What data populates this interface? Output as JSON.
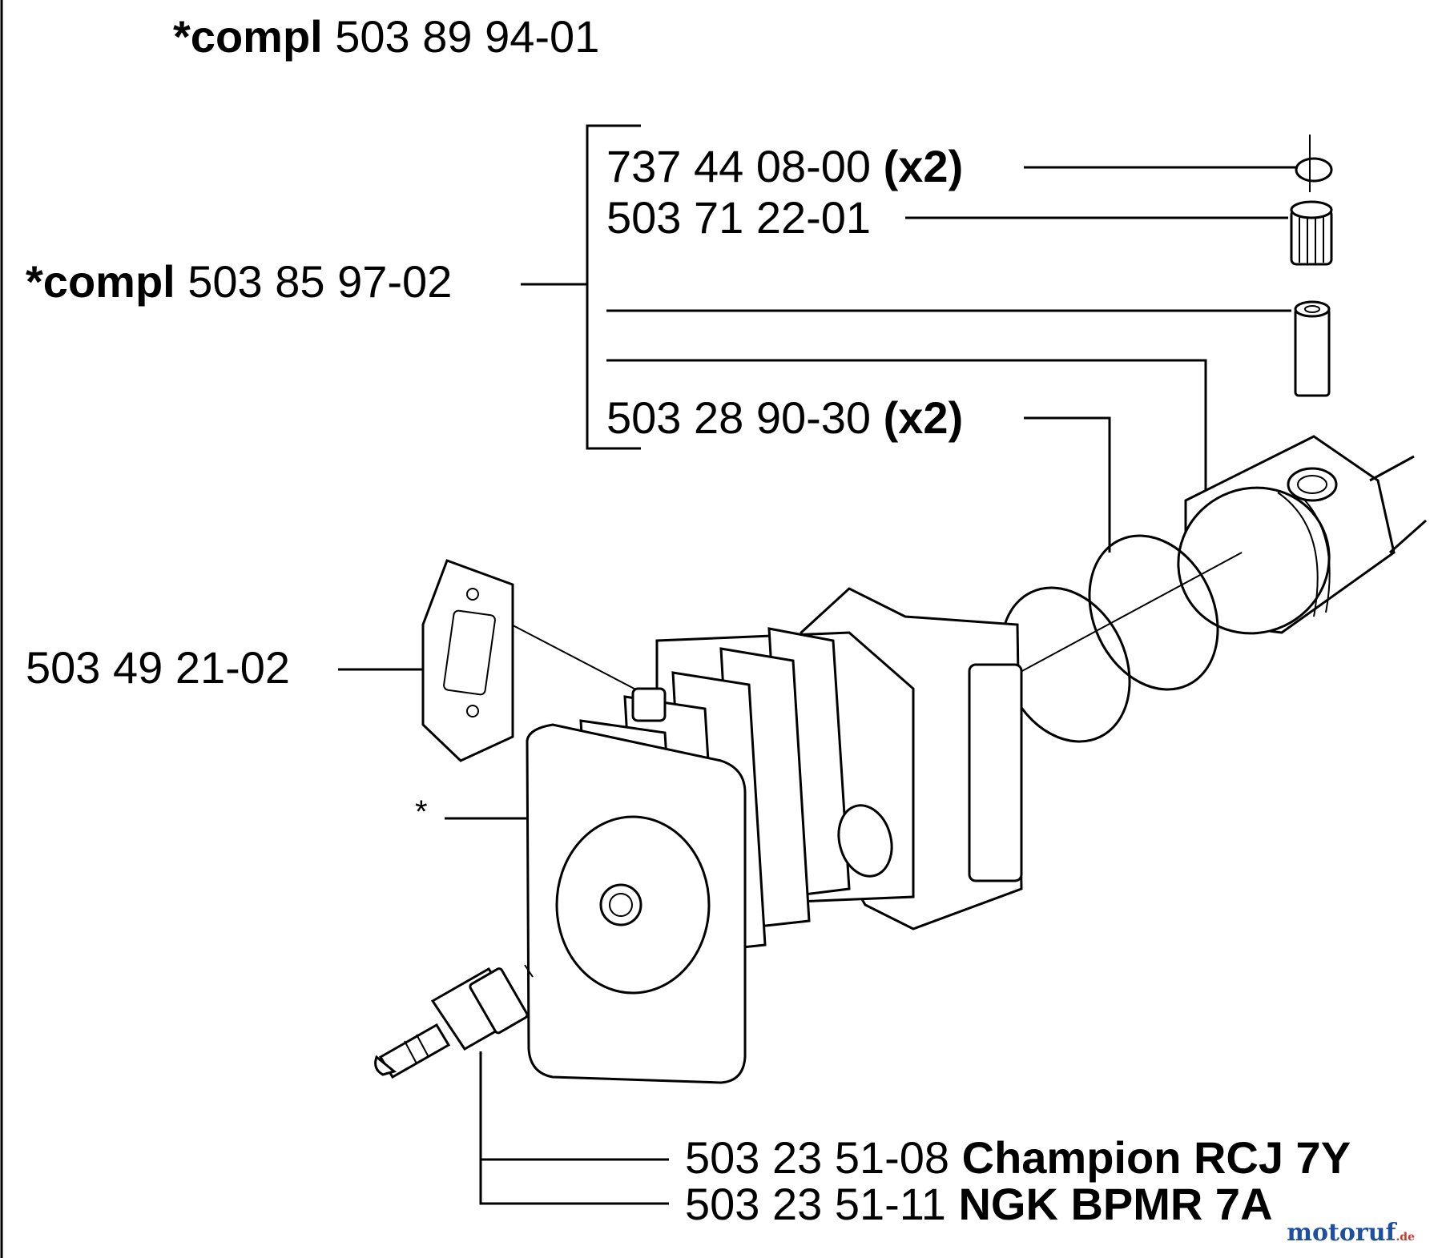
{
  "labels": {
    "cylinder_kit": {
      "prefix": "*compl",
      "number": "503 89 94-01"
    },
    "piston_kit": {
      "prefix": "*compl",
      "number": "503 85 97-02"
    },
    "circlip": {
      "number": "737 44 08-00",
      "qty": "(x2)"
    },
    "needle_bearing": {
      "number": "503 71 22-01"
    },
    "piston_ring": {
      "number": "503 28 90-30",
      "qty": "(x2)"
    },
    "gasket": {
      "number": "503 49 21-02"
    },
    "cylinder": {
      "marker": "*"
    },
    "spark_plug_champion": {
      "number": "503 23 51-08",
      "brand": "Champion RCJ 7Y"
    },
    "spark_plug_ngk": {
      "number": "503 23 51-11",
      "brand": "NGK BPMR 7A"
    }
  },
  "watermark": {
    "text": "motoruf",
    "suffix": ".de"
  },
  "colors": {
    "line": "#000000",
    "background": "#ffffff",
    "watermark": "#1f4fa0"
  }
}
